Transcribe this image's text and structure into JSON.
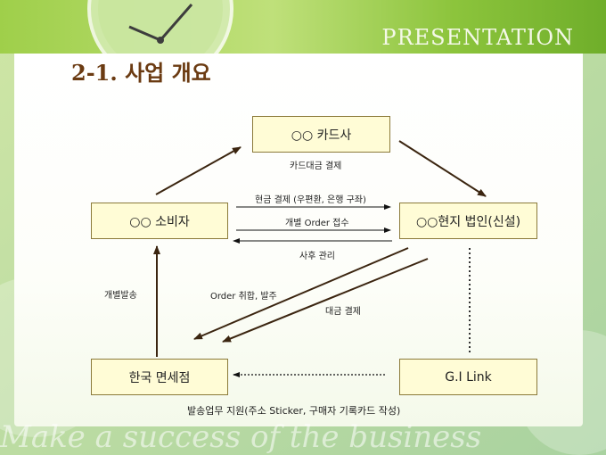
{
  "header": {
    "banner": "PRESENTATION"
  },
  "title": "2-1. 사업 개요",
  "nodes": {
    "card": "○○ 카드사",
    "consumer": "○○ 소비자",
    "local": "○○현지 법인(신설)",
    "dutyfree": "한국 면세점",
    "gilink": "G.I Link"
  },
  "edges": {
    "card_settlement": "카드대금 결제",
    "cash_settlement": "현금 결제 (우편환, 은행 구좌)",
    "order_receive": "개별 Order 접수",
    "after_service": "사후 관리",
    "individual_ship": "개별발송",
    "order_place": "Order 취합, 발주",
    "payment": "대금 결제",
    "shipping_support": "발송업무 지원(주소 Sticker, 구매자 기록카드 작성)"
  },
  "footer_watermark": "Make a success of the business"
}
